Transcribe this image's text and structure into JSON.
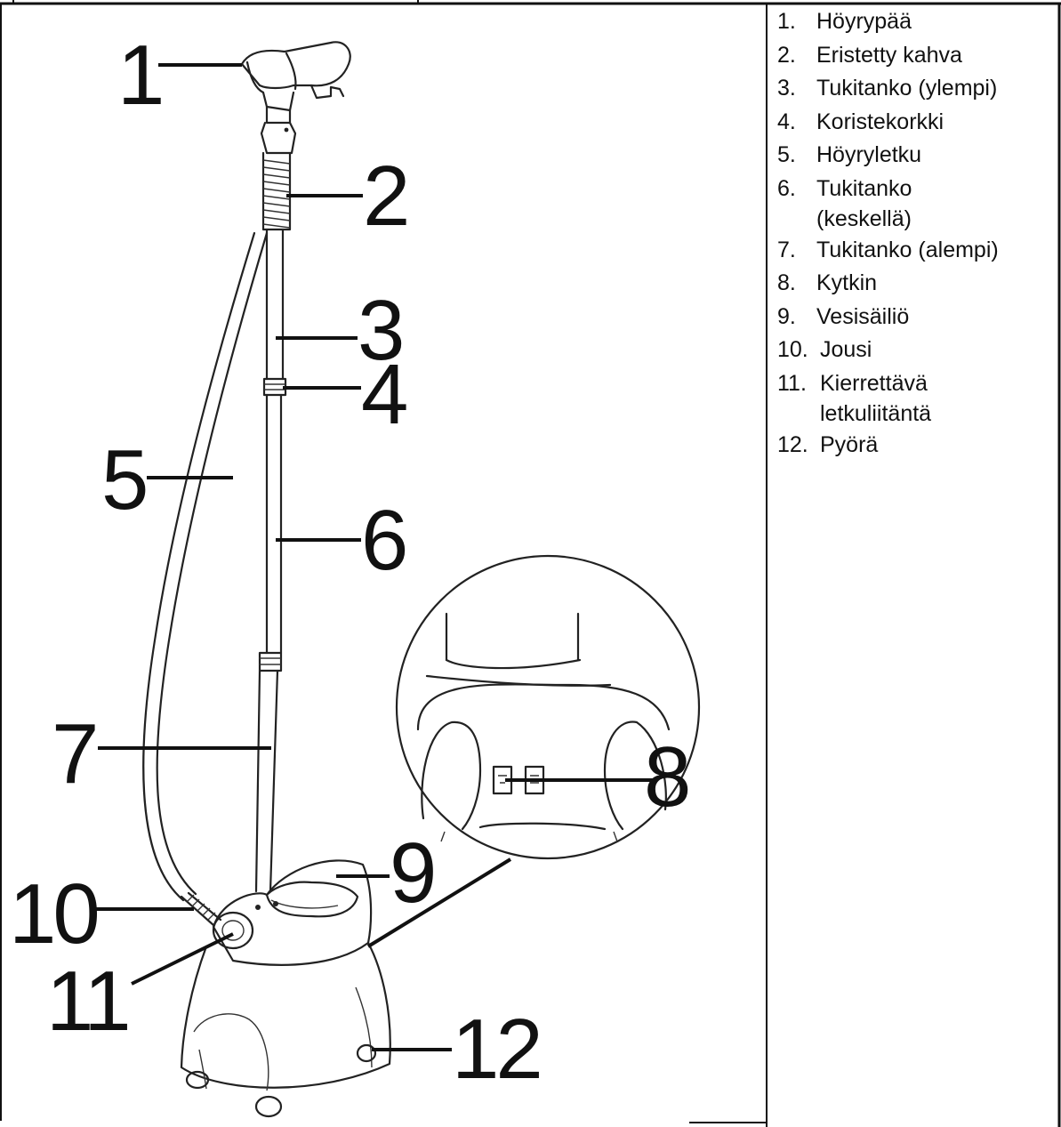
{
  "callouts": [
    "1",
    "2",
    "3",
    "4",
    "5",
    "6",
    "7",
    "8",
    "9",
    "10",
    "11",
    "12"
  ],
  "legend": [
    {
      "num": "1.",
      "text": "Höyrypää"
    },
    {
      "num": "2.",
      "text": "Eristetty kahva"
    },
    {
      "num": "3.",
      "text": "Tukitanko (ylempi)"
    },
    {
      "num": "4.",
      "text": "Koristekorkki"
    },
    {
      "num": "5.",
      "text": "Höyryletku"
    },
    {
      "num": "6.",
      "text": "Tukitanko (keskellä)"
    },
    {
      "num": "7.",
      "text": "Tukitanko (alempi)"
    },
    {
      "num": "8.",
      "text": "Kytkin"
    },
    {
      "num": "9.",
      "text": "Vesisäiliö"
    },
    {
      "num": "10.",
      "text": "Jousi"
    },
    {
      "num": "11.",
      "text": "Kierrettävä letkuliitäntä"
    },
    {
      "num": "12.",
      "text": "Pyörä"
    }
  ]
}
